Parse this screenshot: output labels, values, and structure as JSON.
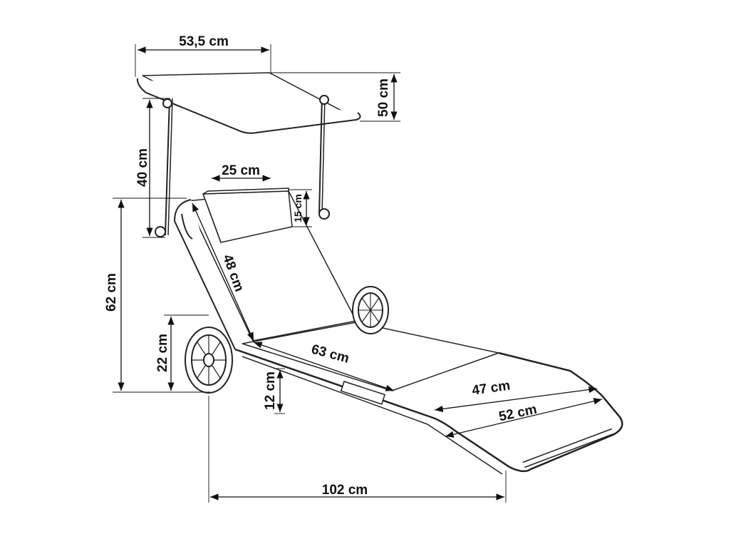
{
  "title": "Beach lounger dimensions",
  "dimensions": {
    "canopy_width": "53,5 cm",
    "canopy_height": "50 cm",
    "pole_height": "40 cm",
    "pillow_width": "25 cm",
    "pillow_height": "15 cm",
    "total_height": "62 cm",
    "backrest_length": "48 cm",
    "wheel_height": "22 cm",
    "seat_length": "63 cm",
    "ground_clearance": "12 cm",
    "leg_fabric_length": "47 cm",
    "leg_frame_length": "52 cm",
    "total_length": "102 cm"
  }
}
